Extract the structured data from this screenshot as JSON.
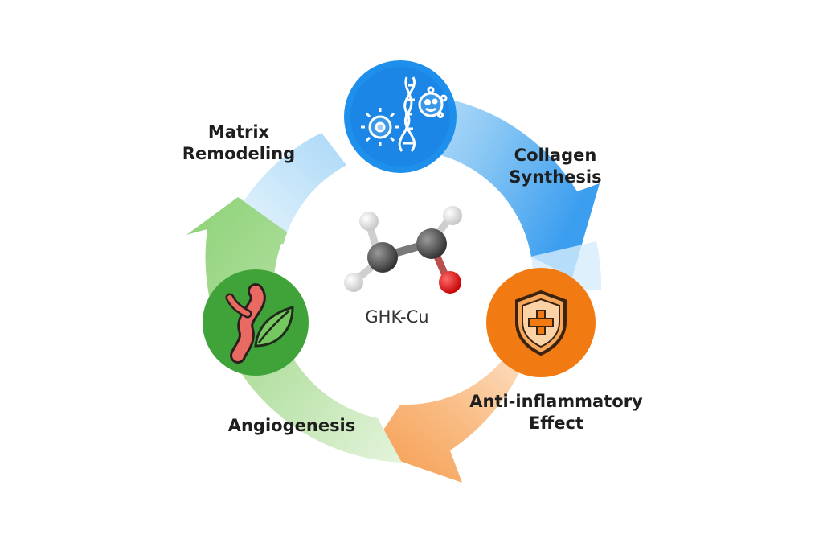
{
  "center": {
    "molecule_label": "GHK-Cu"
  },
  "stages": {
    "matrix_remodeling": {
      "line1": "Matrix",
      "line2": "Remodeling"
    },
    "collagen_synthesis": {
      "line1": "Collagen",
      "line2": "Synthesis"
    },
    "anti_inflammatory": {
      "line1": "Anti-inflammatory",
      "line2": "Effect"
    },
    "angiogenesis": {
      "line1": "Angiogenesis"
    }
  },
  "icons": {
    "top": "collagen-fiber-cell-icon",
    "right": "shield-plus-icon",
    "left": "blood-vessel-leaf-icon",
    "center": "molecule-icon"
  },
  "colors": {
    "blue": "#2196f3",
    "blue_light": "#bfe2fb",
    "orange": "#f57c00",
    "orange_light": "#f9b883",
    "green": "#43a83a",
    "green_light": "#bfe5b2",
    "text": "#1e1e1e"
  }
}
